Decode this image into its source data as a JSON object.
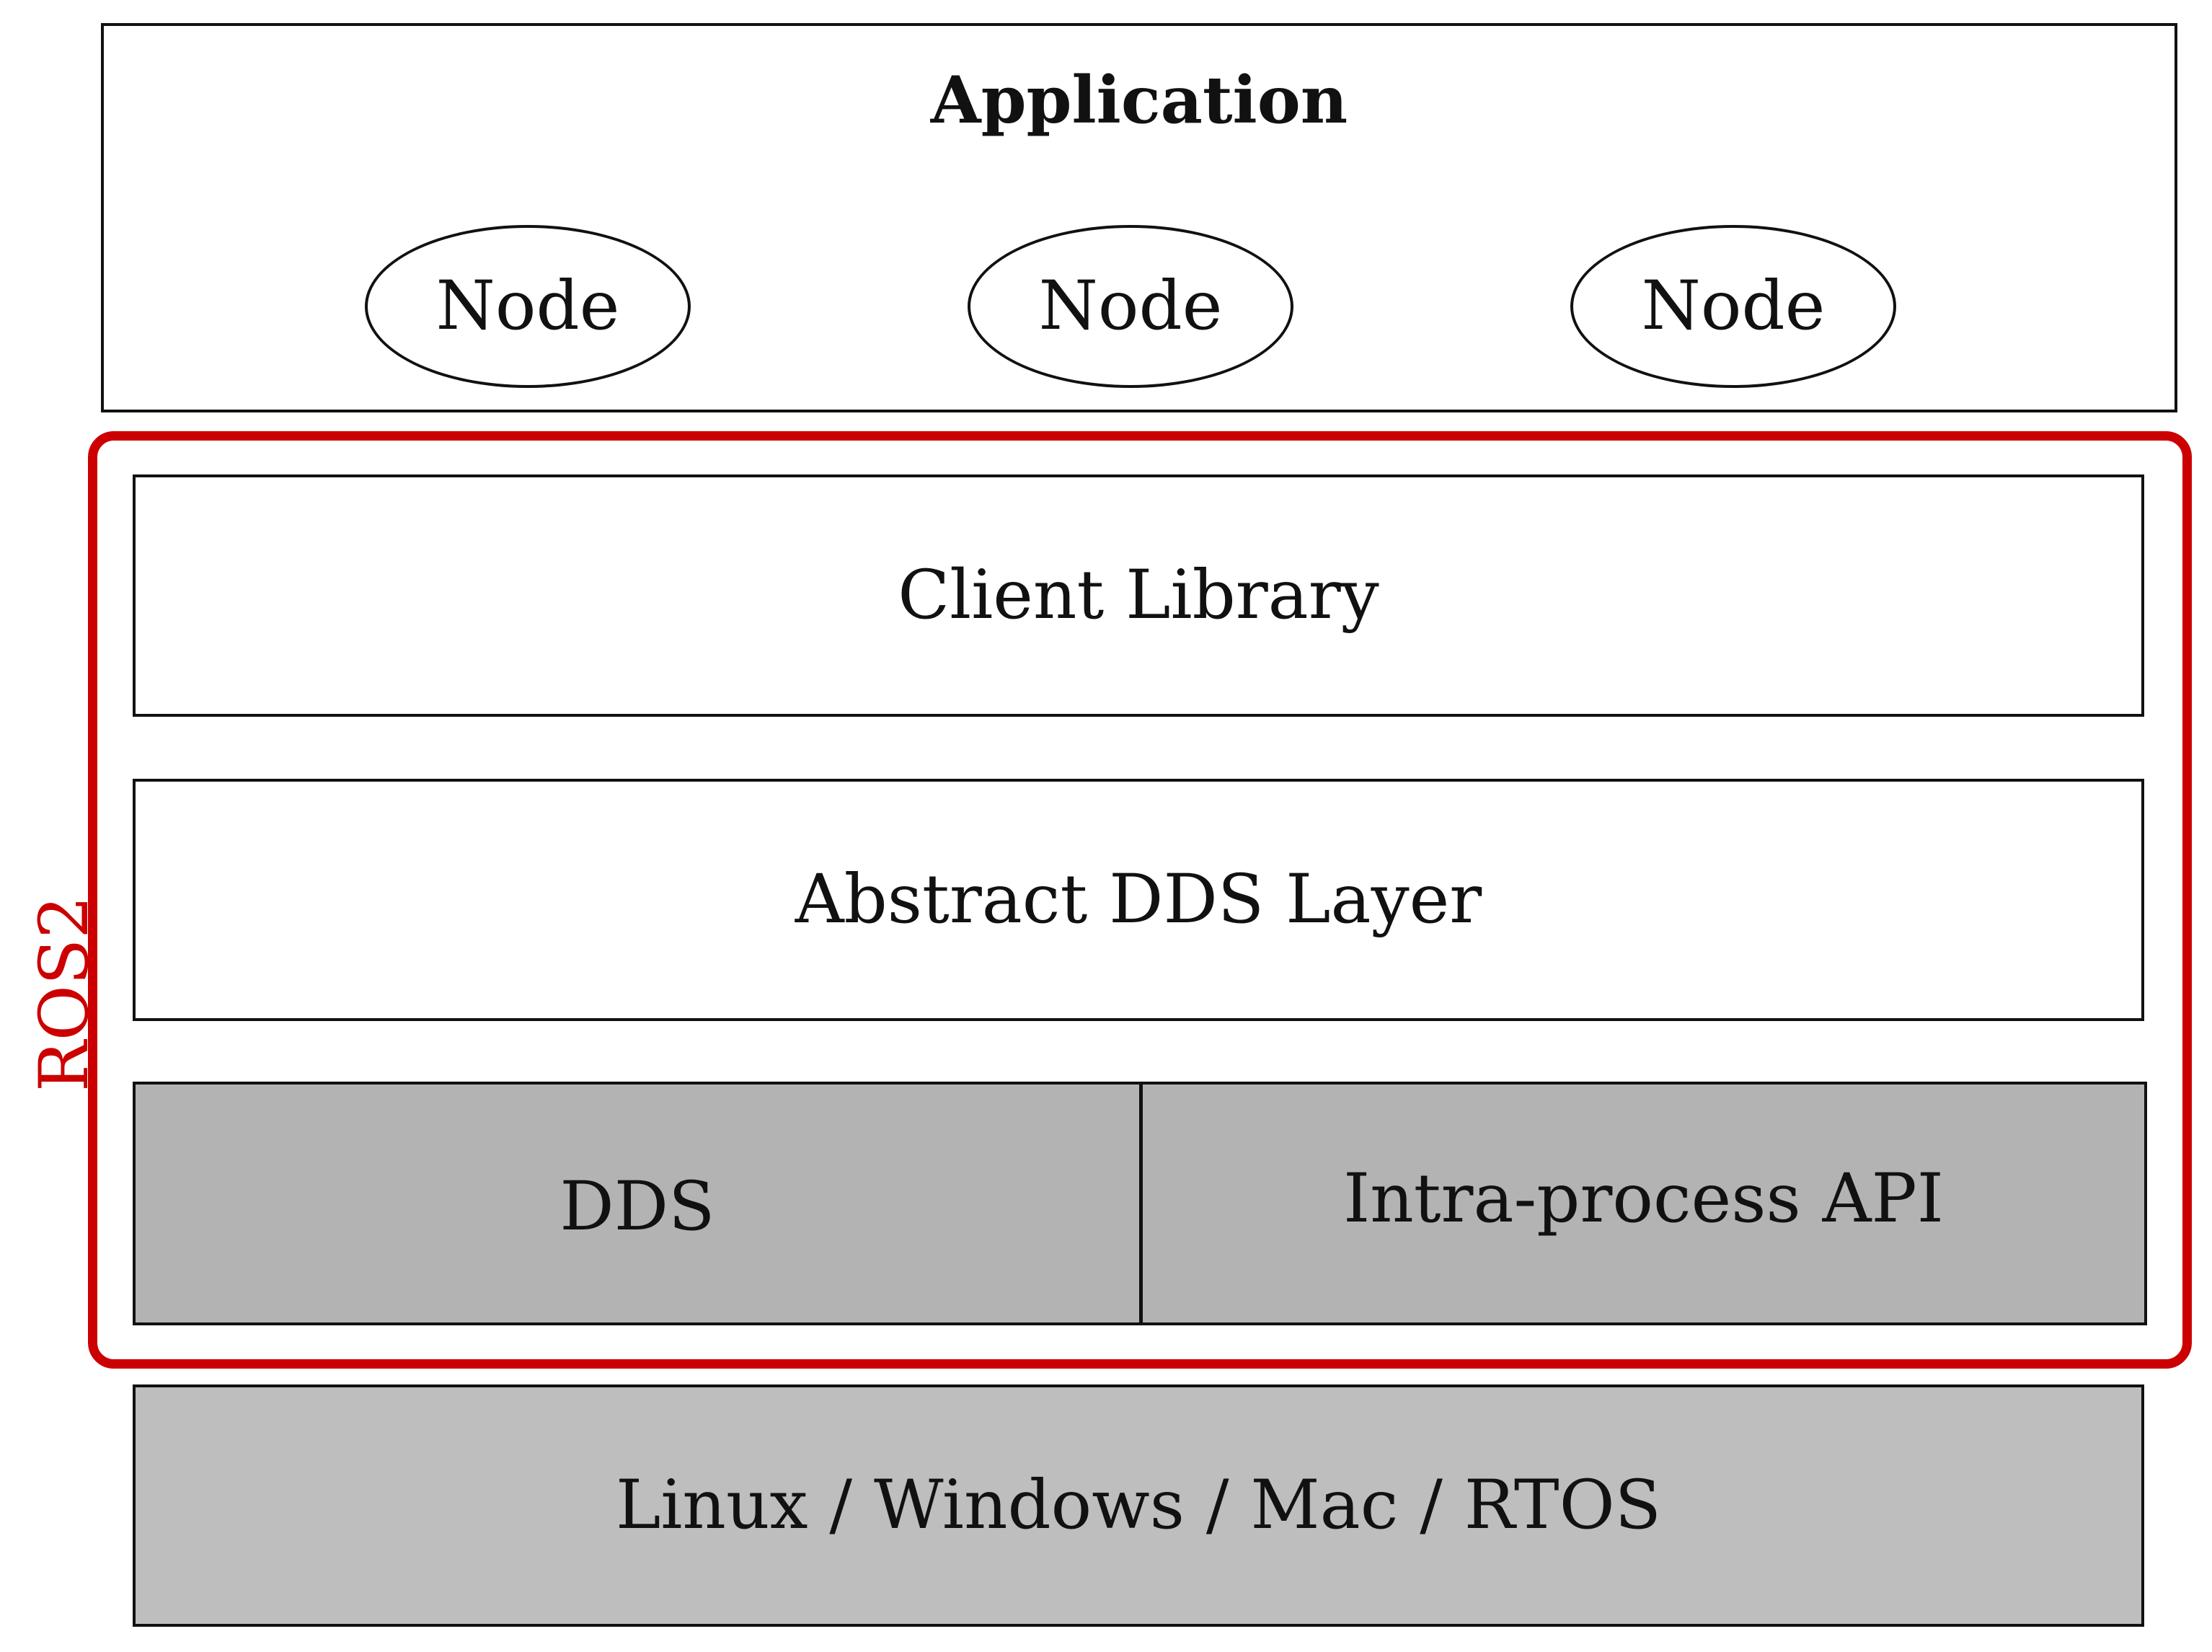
{
  "application": {
    "title": "Application",
    "nodes": [
      "Node",
      "Node",
      "Node"
    ]
  },
  "ros2": {
    "label": "ROS2",
    "frame_color": "#cc0000",
    "layers": {
      "client_library": "Client Library",
      "abstract_dds": "Abstract DDS Layer",
      "dds": "DDS",
      "intra_process": "Intra-process API"
    }
  },
  "os": {
    "label": "Linux / Windows / Mac / RTOS"
  },
  "colors": {
    "dds_fill": "#b3b3b3",
    "os_fill": "#bebebe",
    "stroke": "#111111"
  }
}
